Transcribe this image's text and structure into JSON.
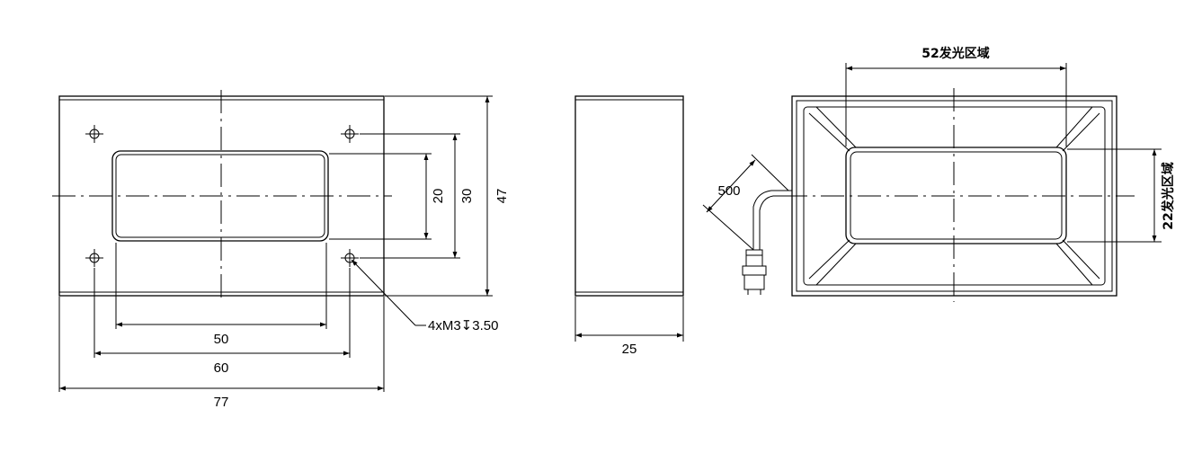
{
  "front_view": {
    "dim_width_outer": "77",
    "dim_hole_spacing_x": "60",
    "dim_window_width": "50",
    "dim_height_outer": "47",
    "dim_hole_spacing_y": "30",
    "dim_window_height": "20",
    "hole_callout": "4xM3↧3.50"
  },
  "side_view": {
    "dim_depth": "25"
  },
  "rear_view": {
    "dim_cable_length": "500",
    "dim_light_width": "52发光区域",
    "dim_light_height": "22发光区域"
  }
}
